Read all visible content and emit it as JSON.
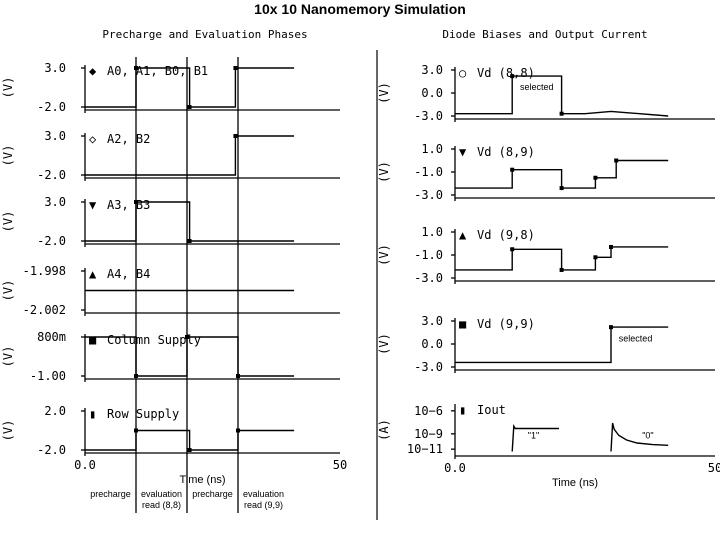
{
  "title": "10x 10 Nanomemory Simulation",
  "left_heading": "Precharge and Evaluation Phases",
  "right_heading": "Diode Biases and Output Current",
  "chart_data": [
    {
      "type": "line",
      "panel": "left",
      "xlabel": "Time (ns)",
      "xlim": [
        0,
        50
      ],
      "x_ticks": [
        "0.0",
        "50"
      ],
      "x_tick_values": [
        0,
        50
      ],
      "phase_markers": [
        10,
        20,
        30
      ],
      "phase_labels": [
        {
          "text": [
            "precharge"
          ],
          "x": 5
        },
        {
          "text": [
            "evaluation",
            "read (8,8)"
          ],
          "x": 15
        },
        {
          "text": [
            "precharge"
          ],
          "x": 25
        },
        {
          "text": [
            "evaluation",
            "read (9,9)"
          ],
          "x": 35
        }
      ],
      "subplots": [
        {
          "label": "A0, A1, B0, B1",
          "marker": "◆",
          "unit": "(V)",
          "ylim": [
            -2.0,
            3.0
          ],
          "y_ticks": [
            "3.0",
            "-2.0"
          ],
          "y_tick_values": [
            3.0,
            -2.0
          ],
          "x": [
            0,
            10,
            10,
            20.5,
            20.5,
            29.5,
            29.5,
            41
          ],
          "y": [
            -2,
            -2,
            3,
            3,
            -2,
            -2,
            3,
            3
          ]
        },
        {
          "label": "A2, B2",
          "marker": "◇",
          "unit": "(V)",
          "ylim": [
            -2.0,
            3.0
          ],
          "y_ticks": [
            "3.0",
            "-2.0"
          ],
          "y_tick_values": [
            3.0,
            -2.0
          ],
          "x": [
            0,
            29.5,
            29.5,
            41
          ],
          "y": [
            -2,
            -2,
            3,
            3
          ]
        },
        {
          "label": "A3, B3",
          "marker": "▼",
          "unit": "(V)",
          "ylim": [
            -2.0,
            3.0
          ],
          "y_ticks": [
            "3.0",
            "-2.0"
          ],
          "y_tick_values": [
            3.0,
            -2.0
          ],
          "x": [
            0,
            10,
            10,
            20.5,
            20.5,
            41
          ],
          "y": [
            -2,
            -2,
            3,
            3,
            -2,
            -2
          ]
        },
        {
          "label": "A4, B4",
          "marker": "▲",
          "unit": "(V)",
          "ylim": [
            -2.002,
            -1.998
          ],
          "y_ticks": [
            "-1.998",
            "-2.002"
          ],
          "y_tick_values": [
            -1.998,
            -2.002
          ],
          "x": [
            0,
            41
          ],
          "y": [
            -2.0,
            -2.0
          ]
        },
        {
          "label": "Column Supply",
          "marker": "■",
          "unit": "(V)",
          "ylim": [
            -1.0,
            0.8
          ],
          "y_ticks": [
            "800m",
            "-1.00"
          ],
          "y_tick_values": [
            0.8,
            -1.0
          ],
          "x": [
            0,
            10,
            10,
            20,
            20,
            30,
            30,
            41
          ],
          "y": [
            0.8,
            0.8,
            -1.0,
            -1.0,
            0.8,
            0.8,
            -1.0,
            -1.0
          ]
        },
        {
          "label": "Row Supply",
          "marker": "▮",
          "unit": "(V)",
          "ylim": [
            -2.0,
            2.0
          ],
          "y_ticks": [
            "2.0",
            "-2.0"
          ],
          "y_tick_values": [
            2.0,
            -2.0
          ],
          "x": [
            0,
            10,
            10,
            20.5,
            20.5,
            30,
            30,
            41
          ],
          "y": [
            -2,
            -2,
            0.0,
            0.0,
            -2,
            -2,
            0.0,
            0.0
          ]
        }
      ]
    },
    {
      "type": "line",
      "panel": "right",
      "xlabel": "Time (ns)",
      "xlim": [
        0,
        50
      ],
      "x_ticks": [
        "0.0",
        "50"
      ],
      "x_tick_values": [
        0,
        50
      ],
      "subplots": [
        {
          "label": "Vd (8,8)",
          "marker": "○",
          "unit": "(V)",
          "ylim": [
            -3.0,
            3.0
          ],
          "y_ticks": [
            "3.0",
            "0.0",
            "-3.0"
          ],
          "y_tick_values": [
            3.0,
            0.0,
            -3.0
          ],
          "annotation": {
            "text": "selected",
            "x": 12.5,
            "y": 0.4
          },
          "x": [
            0,
            11,
            11,
            20.5,
            20.5,
            25,
            30,
            41
          ],
          "y": [
            -2.7,
            -2.7,
            2.2,
            2.2,
            -2.7,
            -2.7,
            -2.4,
            -3.0
          ]
        },
        {
          "label": "Vd (8,9)",
          "marker": "▼",
          "unit": "(V)",
          "ylim": [
            -3.0,
            1.0
          ],
          "y_ticks": [
            "1.0",
            "-1.0",
            "-3.0"
          ],
          "y_tick_values": [
            1.0,
            -1.0,
            -3.0
          ],
          "x": [
            0,
            11,
            11,
            20.5,
            20.5,
            27,
            27,
            31,
            31,
            41
          ],
          "y": [
            -2.4,
            -2.4,
            -0.8,
            -0.8,
            -2.4,
            -2.4,
            -1.5,
            -1.5,
            0.0,
            0.0
          ]
        },
        {
          "label": "Vd (9,8)",
          "marker": "▲",
          "unit": "(V)",
          "ylim": [
            -3.0,
            1.0
          ],
          "y_ticks": [
            "1.0",
            "-1.0",
            "-3.0"
          ],
          "y_tick_values": [
            1.0,
            -1.0,
            -3.0
          ],
          "x": [
            0,
            11,
            11,
            20.5,
            20.5,
            27,
            27,
            30,
            30,
            41
          ],
          "y": [
            -2.3,
            -2.3,
            -0.5,
            -0.5,
            -2.3,
            -2.3,
            -1.2,
            -1.2,
            -0.3,
            -0.3
          ]
        },
        {
          "label": "Vd (9,9)",
          "marker": "■",
          "unit": "(V)",
          "ylim": [
            -3.0,
            3.0
          ],
          "y_ticks": [
            "3.0",
            "0.0",
            "-3.0"
          ],
          "y_tick_values": [
            3.0,
            0.0,
            -3.0
          ],
          "annotation": {
            "text": "selected",
            "x": 31.5,
            "y": 0.3
          },
          "x": [
            0,
            30,
            30,
            41
          ],
          "y": [
            -2.4,
            -2.4,
            2.2,
            2.2
          ]
        },
        {
          "label": "Iout",
          "marker": "▮",
          "unit": "(A)",
          "ylim": [
            -11.5,
            -5.5
          ],
          "y_ticks": [
            "10−6",
            "10−9",
            "10−11"
          ],
          "y_tick_values": [
            -6,
            -9,
            -11
          ],
          "log": true,
          "annotations": [
            {
              "text": "\"1\"",
              "x": 14,
              "y": -9.6
            },
            {
              "text": "\"0\"",
              "x": 36,
              "y": -9.6
            }
          ],
          "x": [
            11,
            11.3,
            11.6,
            12.5,
            20
          ],
          "y": [
            -11.3,
            -8,
            -8.3,
            -8.3,
            -8.3
          ],
          "x2": [
            30,
            30.3,
            30.6,
            31.5,
            33,
            35,
            38,
            41
          ],
          "y2": [
            -11.3,
            -7.6,
            -8.4,
            -9.2,
            -9.8,
            -10.2,
            -10.4,
            -10.5
          ]
        }
      ]
    }
  ]
}
